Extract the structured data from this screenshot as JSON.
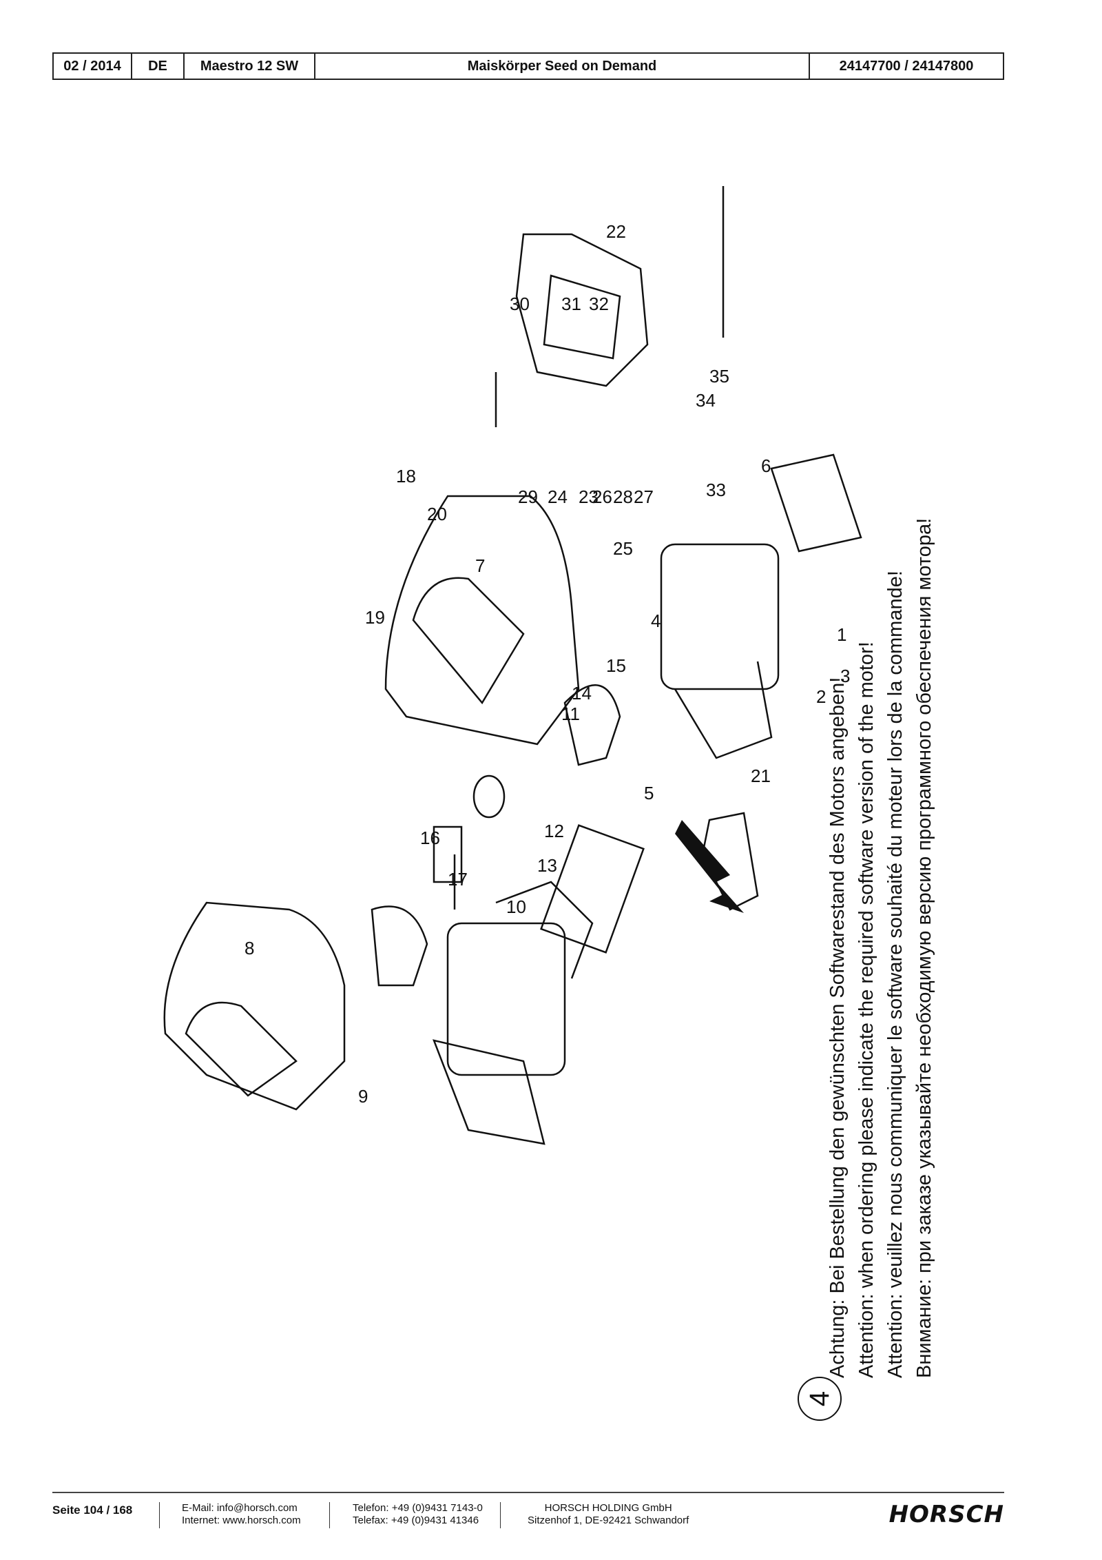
{
  "header": {
    "date": "02 / 2014",
    "lang": "DE",
    "model": "Maestro 12 SW",
    "title": "Maiskörper Seed on Demand",
    "part_numbers": "24147700 / 24147800"
  },
  "drawing": {
    "callouts": [
      "1",
      "2",
      "3",
      "4",
      "5",
      "6",
      "7",
      "8",
      "9",
      "10",
      "11",
      "12",
      "13",
      "14",
      "15",
      "16",
      "17",
      "18",
      "19",
      "20",
      "21",
      "22",
      "23",
      "24",
      "25",
      "26",
      "27",
      "28",
      "29",
      "30",
      "31",
      "32",
      "33",
      "34",
      "35"
    ]
  },
  "notice": {
    "number": "4",
    "lines": [
      "Achtung: Bei Bestellung den gewünschten Softwarestand des Motors angeben!",
      "Attention: when ordering please indicate the required software version of the motor!",
      "Attention: veuillez nous communiquer le software souhaité du moteur lors de la commande!",
      "Внимание: при заказе указывайте необходимую версию программного обеспечения мотора!"
    ]
  },
  "footer": {
    "page": "Seite 104 / 168",
    "email": "E-Mail: info@horsch.com",
    "internet": "Internet: www.horsch.com",
    "phone": "Telefon: +49 (0)9431 7143-0",
    "fax": "Telefax: +49 (0)9431 41346",
    "company": "HORSCH HOLDING GmbH",
    "address": "Sitzenhof 1, DE-92421 Schwandorf",
    "logo": "HORSCH"
  }
}
